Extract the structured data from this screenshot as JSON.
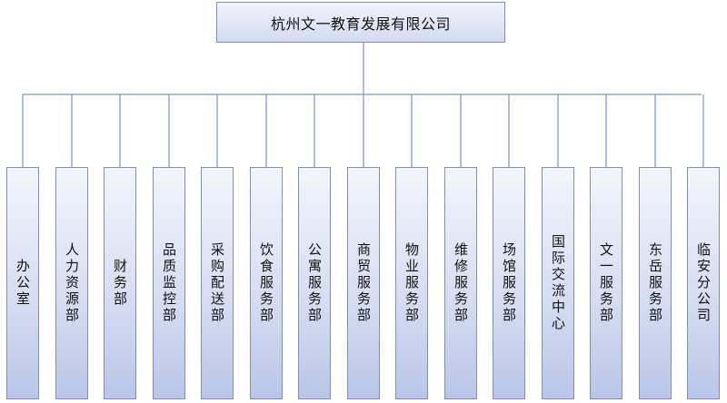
{
  "root": {
    "label": "杭州文一教育发展有限公司"
  },
  "departments": [
    "办公室",
    "人力资源部",
    "财务部",
    "品质监控部",
    "采购配送部",
    "饮食服务部",
    "公寓服务部",
    "商贸服务部",
    "物业服务部",
    "维修服务部",
    "场馆服务部",
    "国际交流中心",
    "文一服务部",
    "东岳服务部",
    "临安分公司"
  ],
  "colors": {
    "box_top": "#f2f4fb",
    "box_bottom": "#b9c6e8",
    "line": "#7f93bf"
  }
}
